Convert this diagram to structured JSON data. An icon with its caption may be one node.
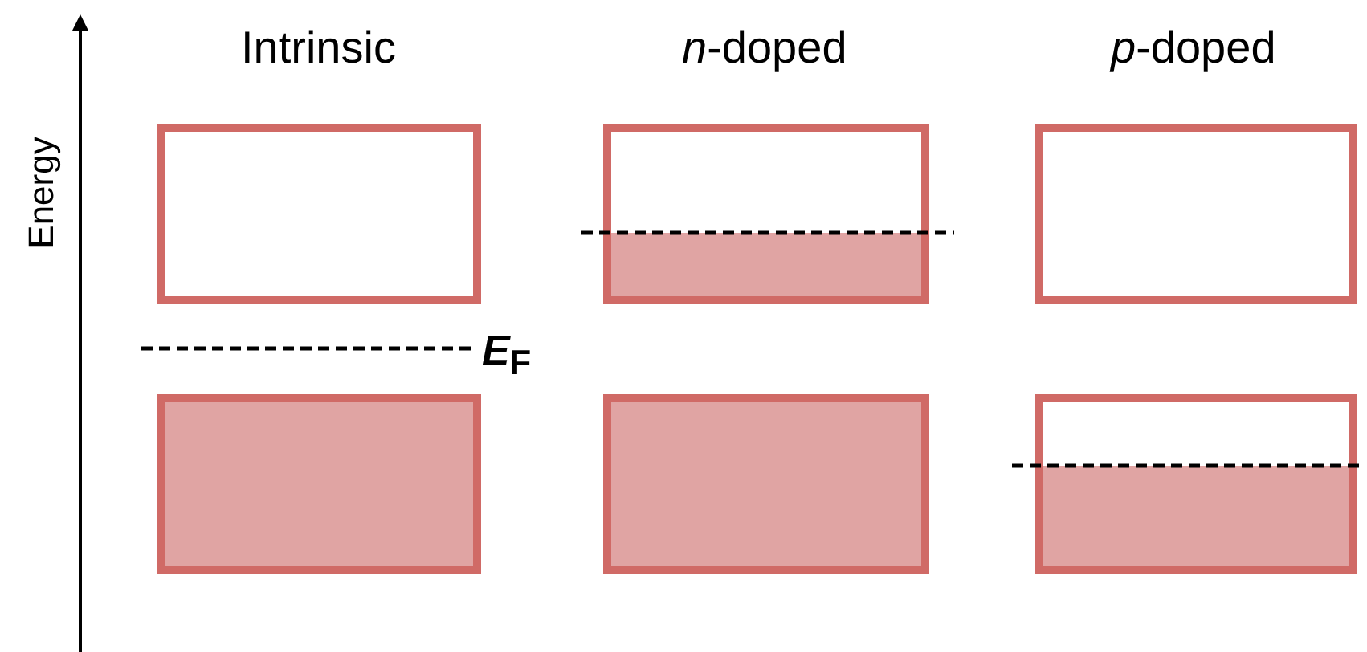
{
  "diagram": {
    "labels": [
      "Intrinsic",
      "*n*-doped",
      "*p*-doped",
      "Energy",
      "*E*$_{F}$"
    ]
  }
}
